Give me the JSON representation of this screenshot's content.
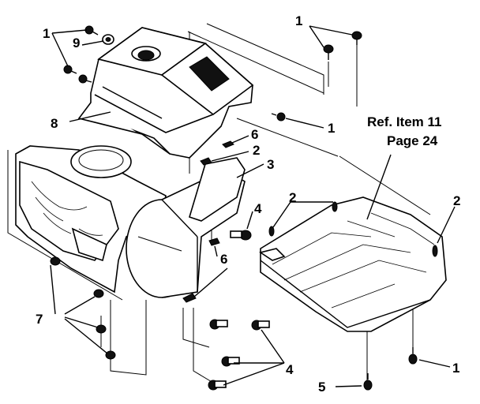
{
  "callouts": {
    "c1_top_left": "1",
    "c9": "9",
    "c8": "8",
    "c1_top_right": "1",
    "c1_mid": "1",
    "c6_upper": "6",
    "c2_upper": "2",
    "c3": "3",
    "c4_mid": "4",
    "c6_lower": "6",
    "c2_pan_left": "2",
    "c2_pan_right": "2",
    "c7": "7",
    "c4_bottom": "4",
    "c5": "5",
    "c1_bottom": "1"
  },
  "reference": {
    "line1": "Ref. Item 11",
    "line2": "Page 24"
  }
}
